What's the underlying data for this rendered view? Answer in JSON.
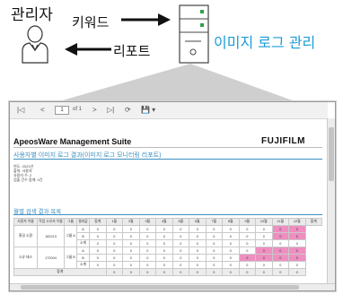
{
  "diagram": {
    "admin_label": "관리자",
    "keyword_label": "키워드",
    "report_label": "리포트",
    "system_label": "이미지 로그 관리"
  },
  "toolbar": {
    "first_icon": "|◁",
    "prev_icon": "<",
    "page_value": "1",
    "page_of": "of 1",
    "next_icon": ">",
    "last_icon": "▷|",
    "refresh_icon": "⟳",
    "save_icon": "💾 ▾"
  },
  "report": {
    "brand": "ApeosWare Management Suite",
    "logo": "FUJIFILM",
    "title": "사용자별 이미지 로그 결과(이미지 로그 모니터링 리포트)",
    "meta": [
      "연도: 2021년",
      "출력: 사용자",
      "사용자 수: 2",
      "검출 건수 합계: 0건"
    ],
    "section_title": "월별 검색 결과 목록",
    "headers": [
      "사용자 이름",
      "작업 소유자 이름",
      "그룹",
      "결과값",
      "합계",
      "1월",
      "2월",
      "3월",
      "4월",
      "5월",
      "6월",
      "7월",
      "8월",
      "9월",
      "10월",
      "11월",
      "12월",
      "합계"
    ],
    "rows": [
      {
        "user": "홍길 소환",
        "owner": "182213",
        "group": "그룹 A",
        "values": [
          [
            "A",
            "0",
            "0",
            "0",
            "0",
            "0",
            "0",
            "0",
            "0",
            "0",
            "0",
            "0",
            "0",
            "0"
          ],
          [
            "B",
            "0",
            "0",
            "0",
            "0",
            "0",
            "0",
            "0",
            "0",
            "0",
            "0",
            "0",
            "0",
            "0"
          ],
          [
            "소계",
            "0",
            "0",
            "0",
            "0",
            "0",
            "0",
            "0",
            "0",
            "0",
            "0",
            "0",
            "0",
            "0"
          ]
        ]
      },
      {
        "user": "소유 테스",
        "owner": "172004",
        "group": "그룹 B",
        "values": [
          [
            "A",
            "0",
            "0",
            "0",
            "0",
            "0",
            "0",
            "0",
            "0",
            "0",
            "0",
            "0",
            "0",
            "0"
          ],
          [
            "B",
            "0",
            "0",
            "0",
            "0",
            "0",
            "0",
            "0",
            "0",
            "0",
            "0",
            "0",
            "0",
            "0"
          ],
          [
            "소계",
            "0",
            "0",
            "0",
            "0",
            "0",
            "0",
            "0",
            "0",
            "0",
            "0",
            "0",
            "0",
            "0"
          ]
        ]
      }
    ],
    "total_label": "합계",
    "total_values": [
      "0",
      "0",
      "0",
      "0",
      "0",
      "0",
      "0",
      "0",
      "0",
      "0",
      "0",
      "0",
      "0"
    ]
  }
}
